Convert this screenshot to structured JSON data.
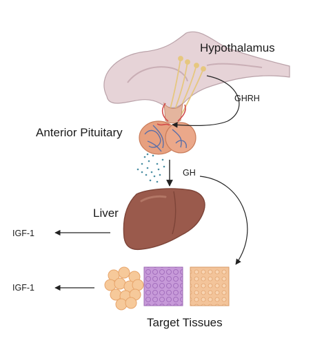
{
  "labels": {
    "hypothalamus": "Hypothalamus",
    "ghrh": "GHRH",
    "anterior_pituitary": "Anterior Pituitary",
    "gh": "GH",
    "liver": "Liver",
    "igf1_liver": "IGF-1",
    "igf1_tissues": "IGF-1",
    "target_tissues": "Target Tissues"
  },
  "colors": {
    "brain_tissue": "#e6d3d7",
    "brain_outline": "#b9a1a8",
    "pituitary_orange": "#e7a07f",
    "pituitary_vessels": "#5b6fa8",
    "pituitary_red": "#d14b4b",
    "nerve_fibers": "#e6c77f",
    "liver": "#9a5a4c",
    "liver_dark": "#7d4438",
    "fat_cells": "#f6c99a",
    "muscle_tissue": "#c79ad9",
    "bone_tissue": "#f3c49a",
    "arrow": "#222222",
    "gh_particles": "#4a8ea3"
  }
}
